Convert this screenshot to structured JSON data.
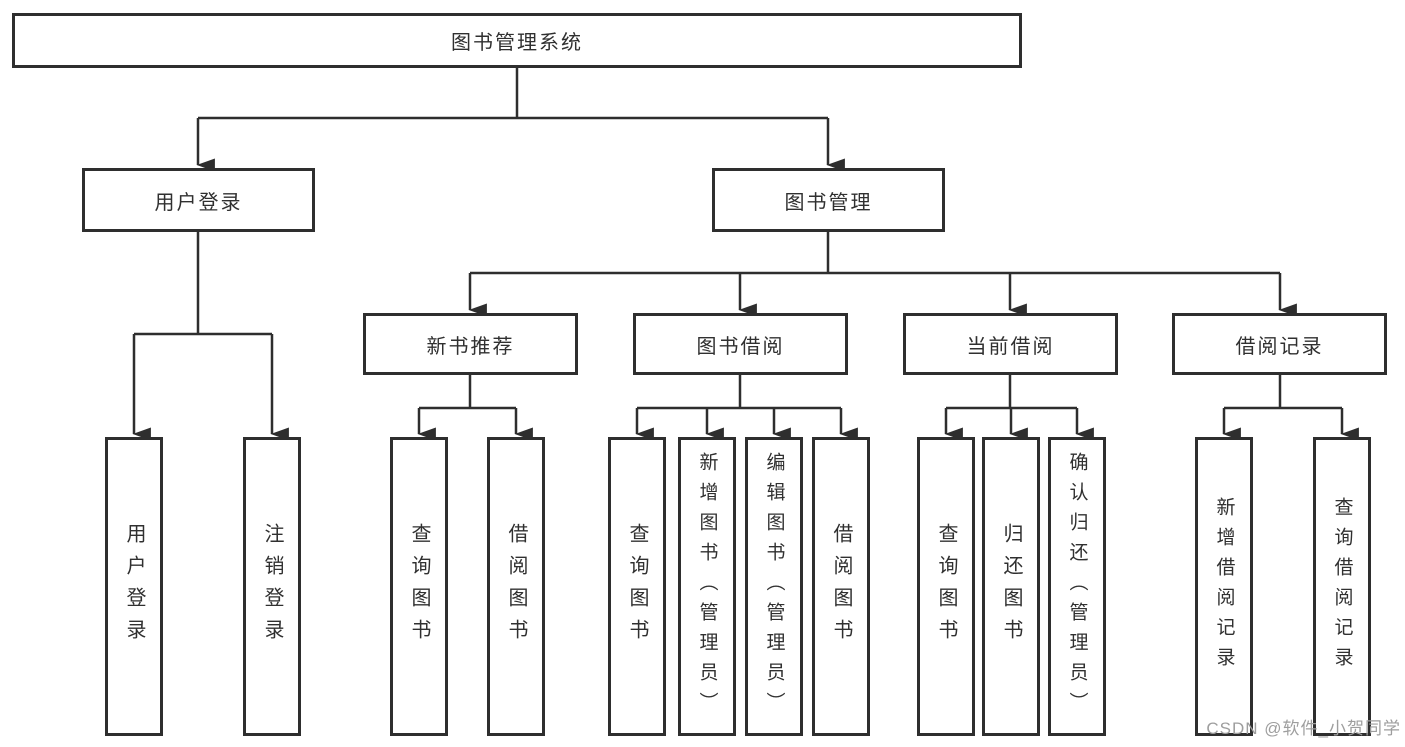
{
  "diagram": {
    "root": "图书管理系统",
    "branches": [
      {
        "label": "用户登录",
        "leaves": [
          "用户登录",
          "注销登录"
        ]
      },
      {
        "label": "图书管理",
        "groups": [
          {
            "label": "新书推荐",
            "leaves": [
              "查询图书",
              "借阅图书"
            ]
          },
          {
            "label": "图书借阅",
            "leaves": [
              "查询图书",
              "新增图书（管理员）",
              "编辑图书（管理员）",
              "借阅图书"
            ]
          },
          {
            "label": "当前借阅",
            "leaves": [
              "查询图书",
              "归还图书",
              "确认归还（管理员）"
            ]
          },
          {
            "label": "借阅记录",
            "leaves": [
              "新增借阅记录",
              "查询借阅记录"
            ]
          }
        ]
      }
    ]
  },
  "colors": {
    "line": "#2e2e2e",
    "text": "#303030",
    "watermark": "#9e9e9e"
  },
  "watermark": "CSDN @软件_小贺同学"
}
